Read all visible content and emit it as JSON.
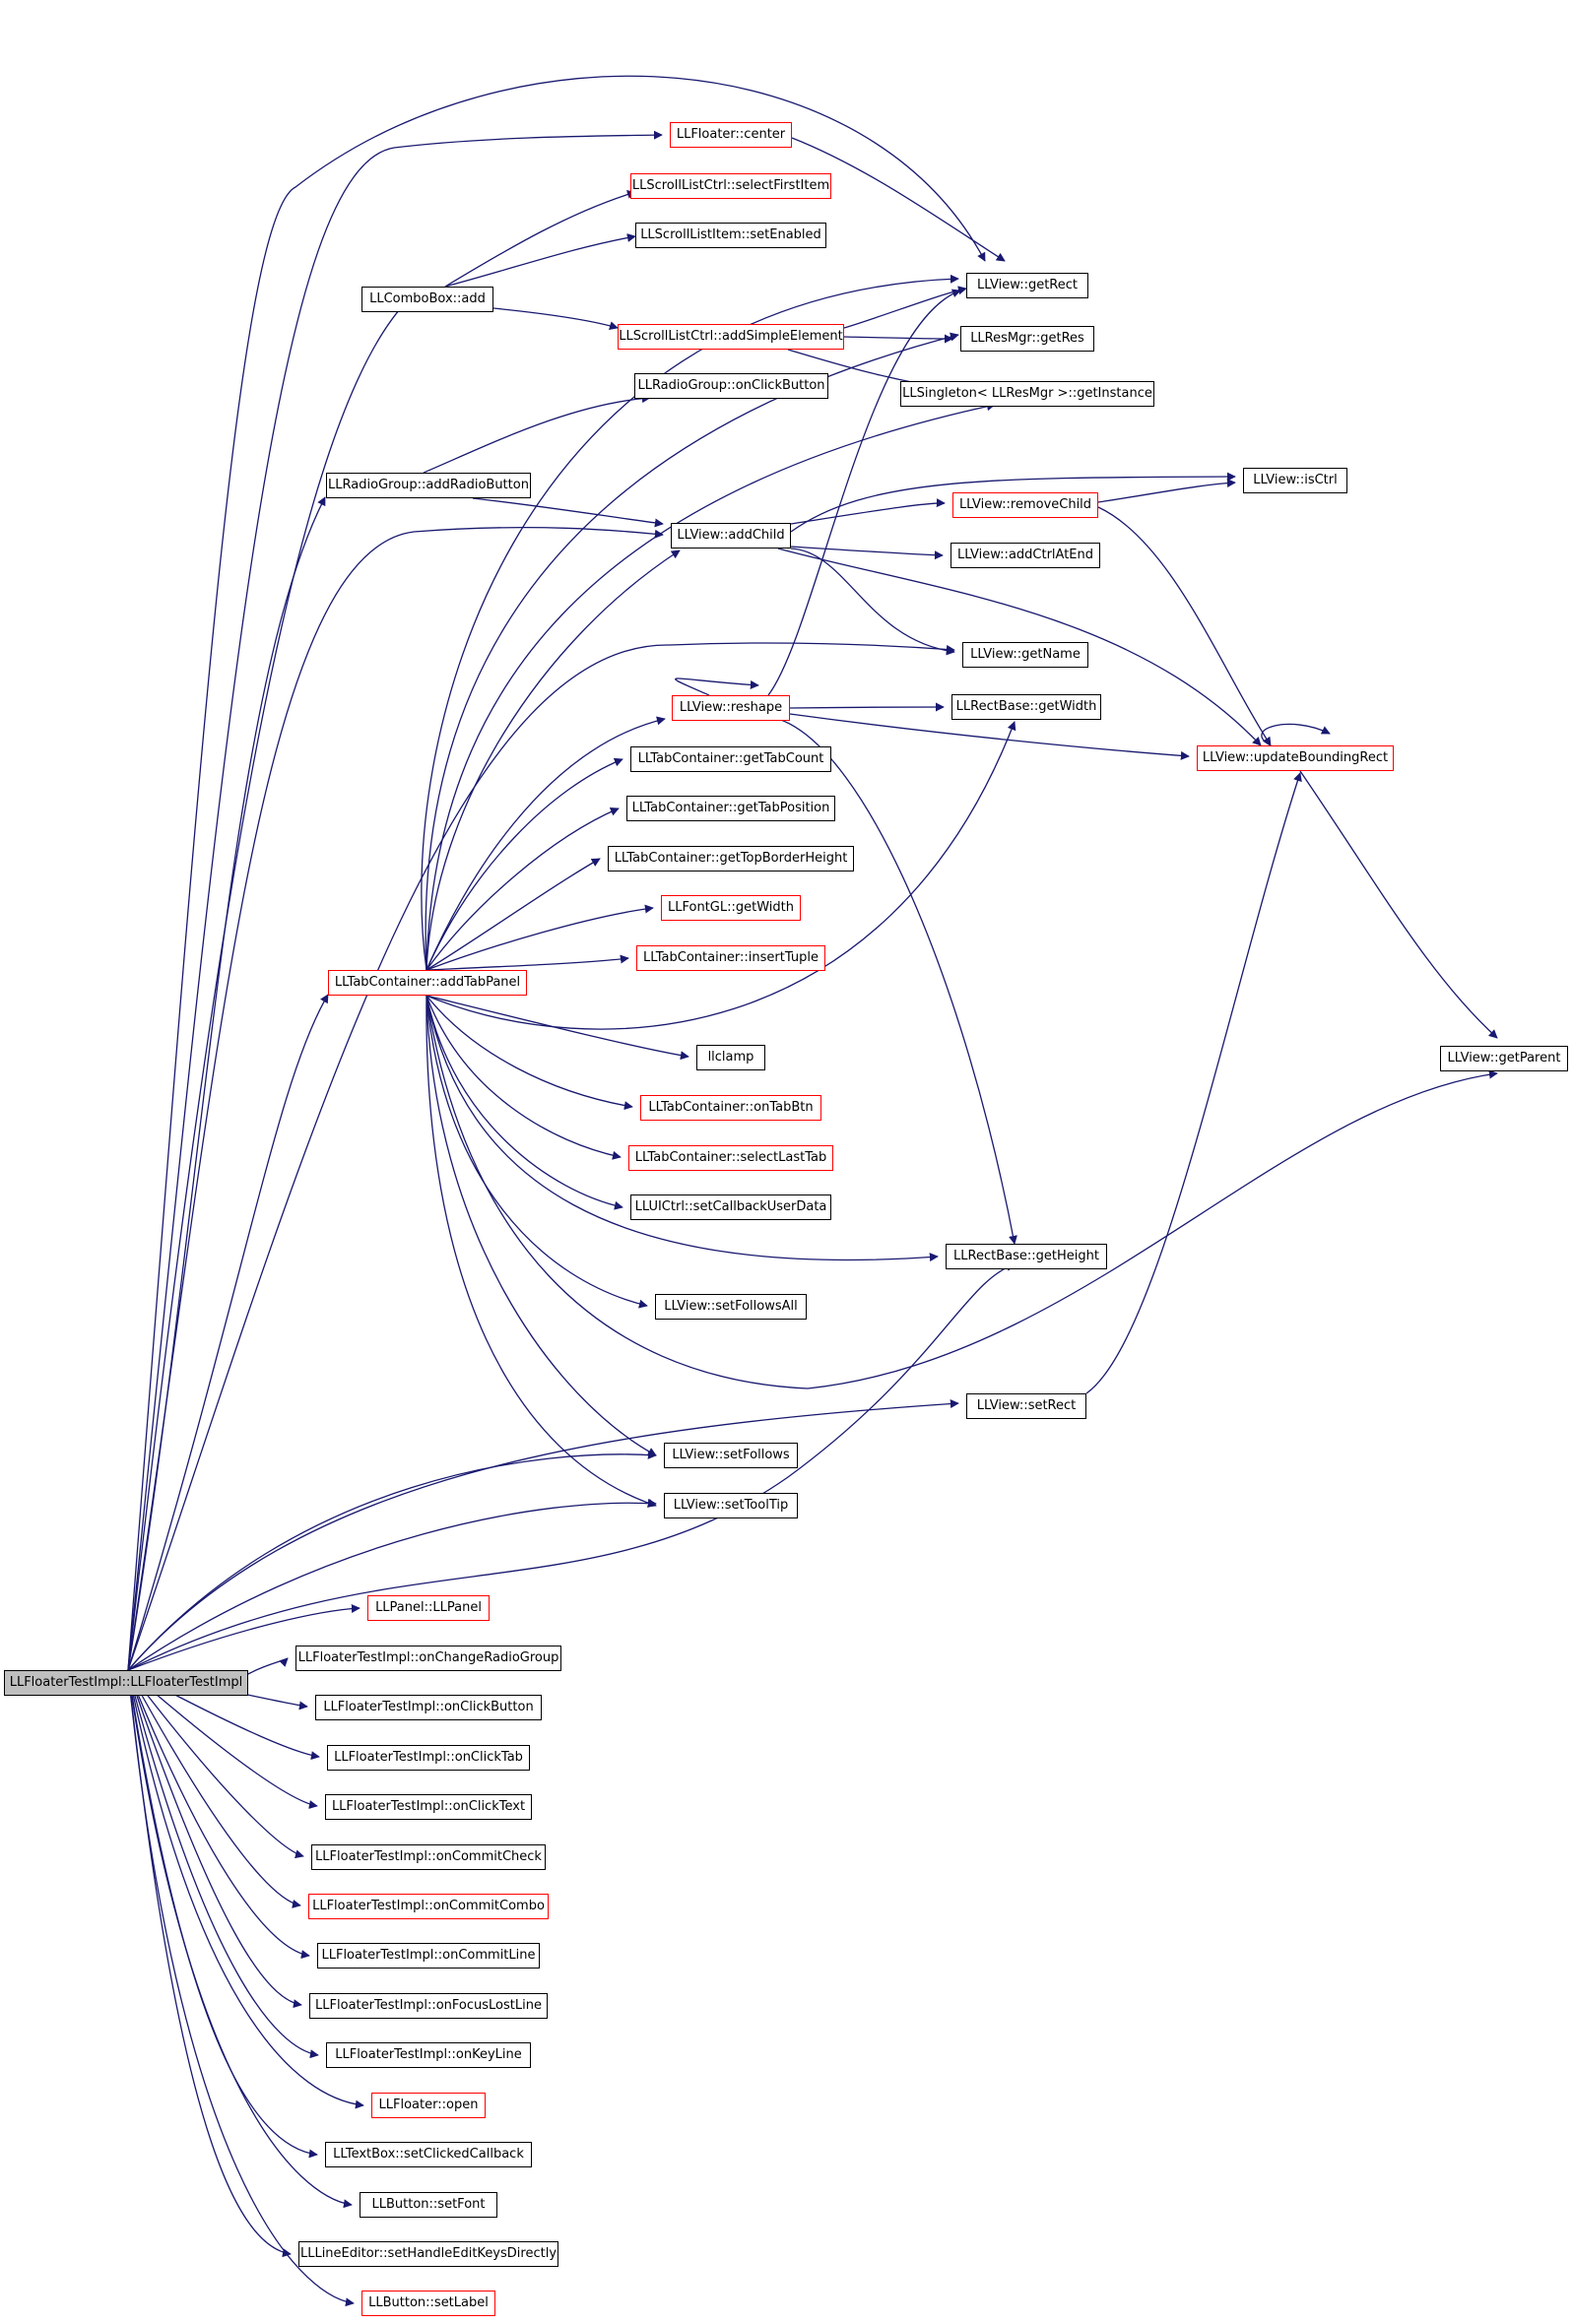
{
  "colors": {
    "edge": "#191970",
    "normal_border": "#000000",
    "highlight_border": "#ff0000",
    "root_fill": "#bfbfbf"
  },
  "nodes": {
    "root": "LLFloaterTestImpl::LLFloaterTestImpl",
    "floater_center": "LLFloater::center",
    "scroll_selectfirst": "LLScrollListCtrl::selectFirstItem",
    "scrollitem_setenabled": "LLScrollListItem::setEnabled",
    "view_getrect": "LLView::getRect",
    "combobox_add": "LLComboBox::add",
    "scroll_addsimple": "LLScrollListCtrl::addSimpleElement",
    "resmgr_getres": "LLResMgr::getRes",
    "radiogroup_onclick": "LLRadioGroup::onClickButton",
    "singleton_getinstance": "LLSingleton< LLResMgr >::getInstance",
    "view_isctrl": "LLView::isCtrl",
    "radiogroup_addradio": "LLRadioGroup::addRadioButton",
    "view_removechild": "LLView::removeChild",
    "view_addchild": "LLView::addChild",
    "view_addctrlatend": "LLView::addCtrlAtEnd",
    "view_getname": "LLView::getName",
    "view_reshape": "LLView::reshape",
    "rect_getwidth": "LLRectBase::getWidth",
    "view_updatebounding": "LLView::updateBoundingRect",
    "tab_gettabcount": "LLTabContainer::getTabCount",
    "tab_gettabposition": "LLTabContainer::getTabPosition",
    "tab_gettopborder": "LLTabContainer::getTopBorderHeight",
    "fontgl_getwidth": "LLFontGL::getWidth",
    "tab_inserttuple": "LLTabContainer::insertTuple",
    "tab_addtabpanel": "LLTabContainer::addTabPanel",
    "llclamp": "llclamp",
    "view_getparent": "LLView::getParent",
    "tab_ontabbtn": "LLTabContainer::onTabBtn",
    "tab_selectlast": "LLTabContainer::selectLastTab",
    "uictrl_setcallback": "LLUICtrl::setCallbackUserData",
    "rect_getheight": "LLRectBase::getHeight",
    "view_setfollowsall": "LLView::setFollowsAll",
    "view_setrect": "LLView::setRect",
    "view_setfollows": "LLView::setFollows",
    "view_settooltip": "LLView::setToolTip",
    "panel_llpanel": "LLPanel::LLPanel",
    "impl_onchangeradio": "LLFloaterTestImpl::onChangeRadioGroup",
    "impl_onclickbutton": "LLFloaterTestImpl::onClickButton",
    "impl_onclicktab": "LLFloaterTestImpl::onClickTab",
    "impl_onclicktext": "LLFloaterTestImpl::onClickText",
    "impl_oncommitcheck": "LLFloaterTestImpl::onCommitCheck",
    "impl_oncommitcombo": "LLFloaterTestImpl::onCommitCombo",
    "impl_oncommitline": "LLFloaterTestImpl::onCommitLine",
    "impl_onfocuslost": "LLFloaterTestImpl::onFocusLostLine",
    "impl_onkeyline": "LLFloaterTestImpl::onKeyLine",
    "floater_open": "LLFloater::open",
    "textbox_setclicked": "LLTextBox::setClickedCallback",
    "button_setfont": "LLButton::setFont",
    "lineeditor_sethandle": "LLLineEditor::setHandleEditKeysDirectly",
    "button_setlabel": "LLButton::setLabel"
  }
}
